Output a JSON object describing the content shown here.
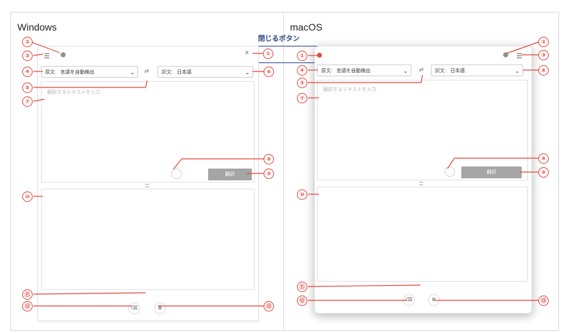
{
  "platforms": {
    "windows": "Windows",
    "macos": "macOS"
  },
  "close_button_label": "閉じるボタン",
  "source": {
    "label": "原文:",
    "value": "言語を自動検出"
  },
  "target": {
    "label": "訳文:",
    "value": "日本語"
  },
  "placeholder": "翻訳するテキストを入力",
  "translate_button": "翻訳",
  "icons": {
    "menu": "hamburger-icon",
    "settings": "gear-icon",
    "close": "close-icon",
    "swap": "swap-arrows-icon",
    "dropdown": "chevron-down-icon",
    "eraser": "eraser-icon",
    "copy": "copy-icon",
    "grip": "resize-grip-icon"
  },
  "glyphs": {
    "close": "×",
    "swap": "⇄",
    "chevron": "⌄",
    "eraser": "⌫",
    "copy": "⧉"
  },
  "callouts": [
    "①",
    "②",
    "③",
    "④",
    "⑤",
    "⑥",
    "⑦",
    "⑧",
    "⑨",
    "⑩",
    "⑪",
    "⑫",
    "⑬"
  ],
  "colors": {
    "callout": "#e2483d",
    "close_box": "#2c4a85",
    "translate_button": "#a5a5a5"
  }
}
